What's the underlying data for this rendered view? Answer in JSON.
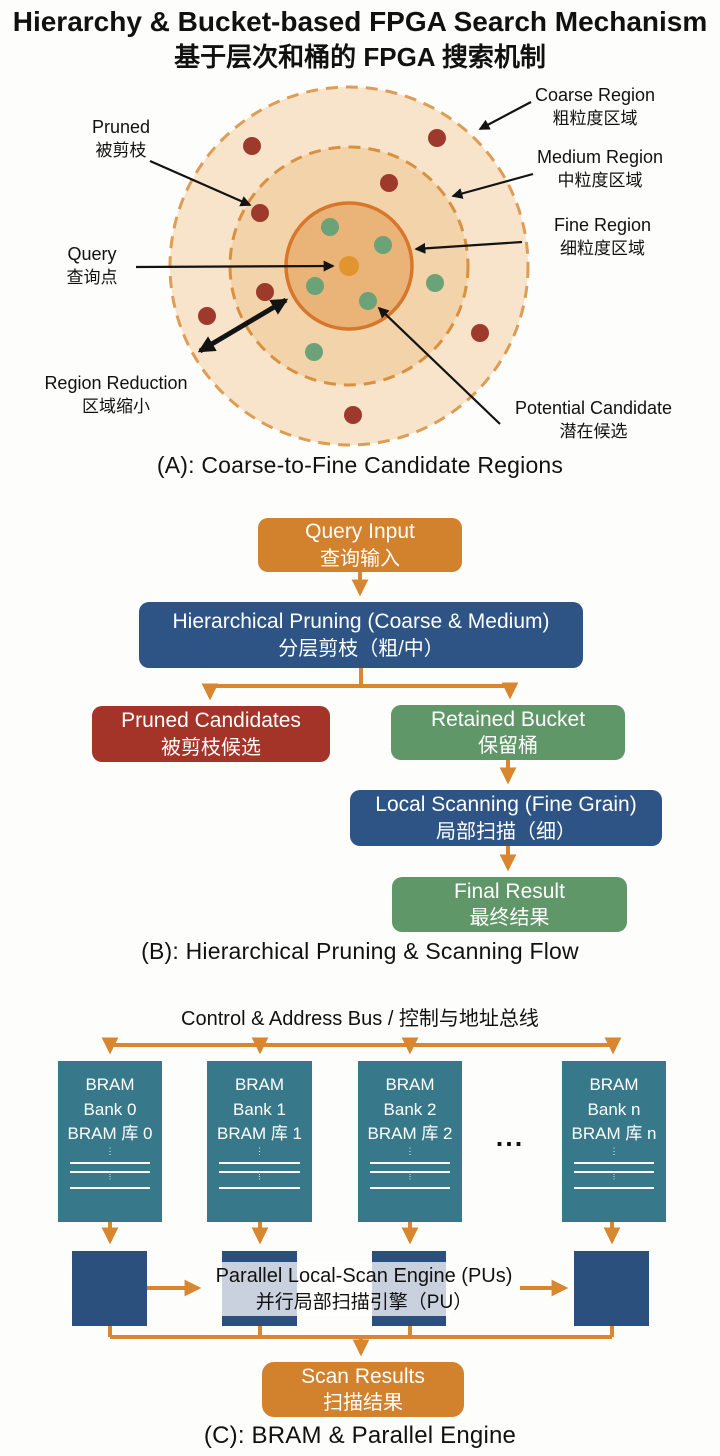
{
  "title": {
    "en": "Hierarchy & Bucket-based FPGA Search Mechanism",
    "zh": "基于层次和桶的 FPGA 搜索机制"
  },
  "colors": {
    "orange_box": "#D2812D",
    "orange_arrow": "#D8862F",
    "blue_box": "#2D5484",
    "red_box": "#A33427",
    "green_box": "#5F9768",
    "teal_bank": "#37798B",
    "navy_pu": "#2B507E",
    "pruned_dot": "#9E3A2B",
    "candidate_dot": "#6CA277",
    "query_dot": "#E2952E",
    "coarse_fill": "#F8E4CB",
    "medium_fill": "#F2D3AA",
    "fine_fill": "#EAB478"
  },
  "panel_a": {
    "caption": "(A): Coarse-to-Fine Candidate Regions",
    "labels": {
      "pruned": {
        "en": "Pruned",
        "zh": "被剪枝"
      },
      "query": {
        "en": "Query",
        "zh": "查询点"
      },
      "region_reduction": {
        "en": "Region Reduction",
        "zh": "区域缩小"
      },
      "coarse": {
        "en": "Coarse Region",
        "zh": "粗粒度区域"
      },
      "medium": {
        "en": "Medium Region",
        "zh": "中粒度区域"
      },
      "fine": {
        "en": "Fine Region",
        "zh": "细粒度区域"
      },
      "potential": {
        "en": "Potential Candidate",
        "zh": "潜在候选"
      }
    }
  },
  "panel_b": {
    "caption": "(B): Hierarchical Pruning & Scanning Flow",
    "nodes": {
      "query_input": {
        "en": "Query Input",
        "zh": "查询输入"
      },
      "hier_pruning": {
        "en": "Hierarchical Pruning (Coarse & Medium)",
        "zh": "分层剪枝（粗/中）"
      },
      "pruned_candidates": {
        "en": "Pruned Candidates",
        "zh": "被剪枝候选"
      },
      "retained_bucket": {
        "en": "Retained Bucket",
        "zh": "保留桶"
      },
      "local_scanning": {
        "en": "Local Scanning (Fine Grain)",
        "zh": "局部扫描（细）"
      },
      "final_result": {
        "en": "Final Result",
        "zh": "最终结果"
      }
    }
  },
  "panel_c": {
    "caption": "(C): BRAM & Parallel Engine",
    "bus_label": "Control & Address Bus / 控制与地址总线",
    "ellipsis": "...",
    "banks": [
      {
        "l1": "BRAM",
        "l2": "Bank 0",
        "l3": "BRAM 库 0"
      },
      {
        "l1": "BRAM",
        "l2": "Bank 1",
        "l3": "BRAM 库 1"
      },
      {
        "l1": "BRAM",
        "l2": "Bank 2",
        "l3": "BRAM 库 2"
      },
      {
        "l1": "BRAM",
        "l2": "Bank n",
        "l3": "BRAM 库 n"
      }
    ],
    "engine": {
      "en": "Parallel Local-Scan Engine (PUs)",
      "zh": "并行局部扫描引擎（PU）"
    },
    "scan_results": {
      "en": "Scan Results",
      "zh": "扫描结果"
    }
  }
}
